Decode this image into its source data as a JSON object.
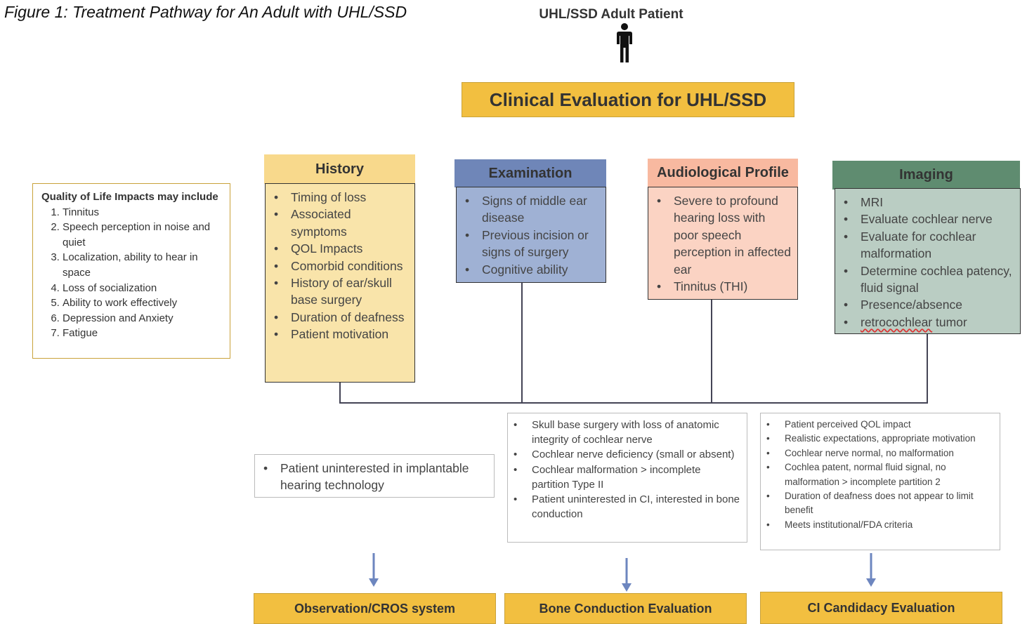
{
  "figure_title": "Figure 1: Treatment Pathway for An Adult with UHL/SSD",
  "patient_label": "UHL/SSD Adult Patient",
  "clinical_evaluation": "Clinical Evaluation for UHL/SSD",
  "qol": {
    "title": "Quality of Life Impacts may include",
    "items": [
      "Tinnitus",
      "Speech perception in noise and quiet",
      "Localization, ability to hear in space",
      "Loss of socialization",
      "Ability to work effectively",
      "Depression and Anxiety",
      "Fatigue"
    ]
  },
  "history": {
    "title": "History",
    "items": [
      "Timing of loss",
      "Associated symptoms",
      "QOL Impacts",
      "Comorbid conditions",
      "History of ear/skull base surgery",
      "Duration of deafness",
      "Patient motivation"
    ]
  },
  "examination": {
    "title": "Examination",
    "items": [
      "Signs of middle ear disease",
      "Previous incision or signs of surgery",
      "Cognitive ability"
    ]
  },
  "audiological": {
    "title": "Audiological Profile",
    "items": [
      "Severe to profound hearing loss with poor speech perception in affected ear",
      "Tinnitus (THI)"
    ]
  },
  "imaging": {
    "title": "Imaging",
    "items": [
      "MRI",
      "Evaluate cochlear nerve",
      "Evaluate for cochlear malformation",
      "Determine cochlea patency, fluid signal",
      "Presence/absence"
    ],
    "last_item_underlined": "retrocochlear",
    "last_item_rest": " tumor"
  },
  "criteria_observation": [
    "Patient uninterested in implantable hearing technology"
  ],
  "criteria_bone": [
    "Skull base surgery with loss of anatomic integrity of cochlear nerve",
    "Cochlear nerve deficiency (small or absent)",
    "Cochlear malformation > incomplete partition Type II",
    "Patient uninterested in CI, interested in bone conduction"
  ],
  "criteria_ci": [
    "Patient perceived QOL impact",
    "Realistic expectations, appropriate motivation",
    "Cochlear nerve normal, no malformation",
    "Cochlea patent, normal fluid signal, no malformation > incomplete partition 2",
    "Duration of deafness does not appear to limit benefit",
    "Meets institutional/FDA criteria"
  ],
  "outcomes": {
    "observation": "Observation/CROS system",
    "bone": "Bone Conduction Evaluation",
    "ci": "CI Candidacy Evaluation"
  },
  "colors": {
    "gold": "#f2bf40",
    "history_fill": "#f9e4aa",
    "history_header": "#f8d98c",
    "exam_header": "#6f86b8",
    "exam_fill": "#9fb1d4",
    "audio_header": "#f8b9a0",
    "audio_fill": "#fbd3c3",
    "imaging_header": "#5f8c70",
    "imaging_fill": "#bacdc3",
    "arrow": "#6d86bf"
  }
}
